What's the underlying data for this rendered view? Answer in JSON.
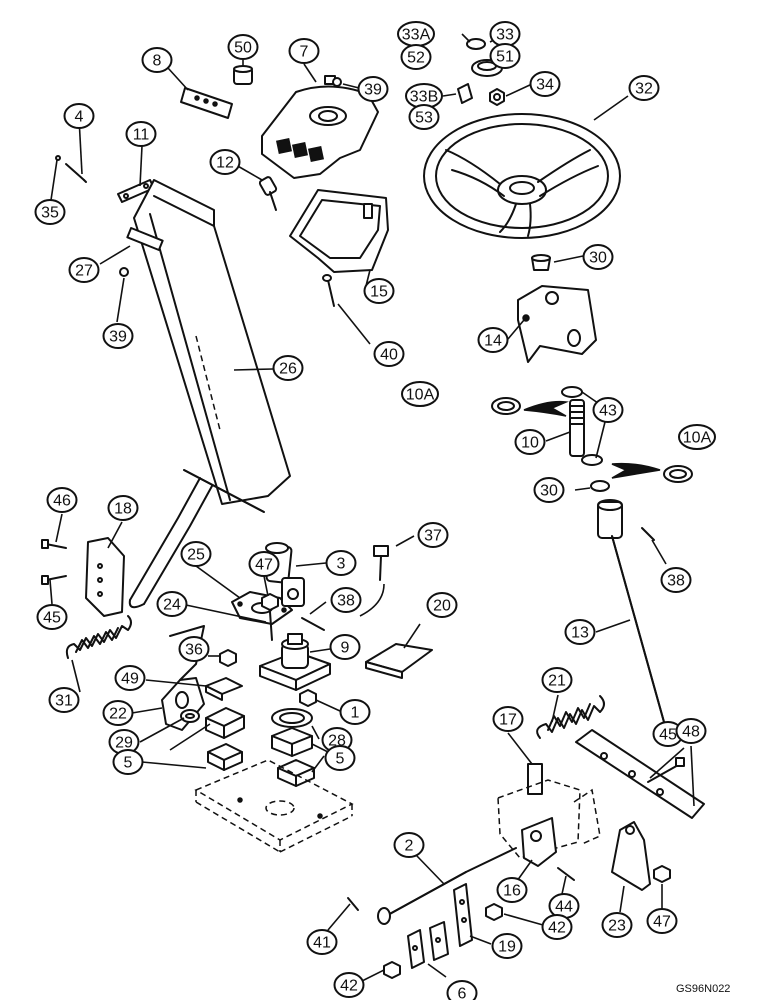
{
  "figure_code": "GS96N022",
  "callouts": [
    {
      "label": "50"
    },
    {
      "label": "7"
    },
    {
      "label": "33A"
    },
    {
      "label": "33"
    },
    {
      "label": "51"
    },
    {
      "label": "52"
    },
    {
      "label": "8"
    },
    {
      "label": "39"
    },
    {
      "label": "33B"
    },
    {
      "label": "34"
    },
    {
      "label": "32"
    },
    {
      "label": "53"
    },
    {
      "label": "4"
    },
    {
      "label": "11"
    },
    {
      "label": "12"
    },
    {
      "label": "35"
    },
    {
      "label": "27"
    },
    {
      "label": "39"
    },
    {
      "label": "30"
    },
    {
      "label": "15"
    },
    {
      "label": "14"
    },
    {
      "label": "40"
    },
    {
      "label": "26"
    },
    {
      "label": "10A"
    },
    {
      "label": "43"
    },
    {
      "label": "10A"
    },
    {
      "label": "10"
    },
    {
      "label": "30"
    },
    {
      "label": "46"
    },
    {
      "label": "18"
    },
    {
      "label": "38"
    },
    {
      "label": "37"
    },
    {
      "label": "25"
    },
    {
      "label": "47"
    },
    {
      "label": "3"
    },
    {
      "label": "45"
    },
    {
      "label": "24"
    },
    {
      "label": "38"
    },
    {
      "label": "20"
    },
    {
      "label": "9"
    },
    {
      "label": "13"
    },
    {
      "label": "36"
    },
    {
      "label": "31"
    },
    {
      "label": "49"
    },
    {
      "label": "21"
    },
    {
      "label": "22"
    },
    {
      "label": "1"
    },
    {
      "label": "28"
    },
    {
      "label": "29"
    },
    {
      "label": "17"
    },
    {
      "label": "45"
    },
    {
      "label": "48"
    },
    {
      "label": "5"
    },
    {
      "label": "5"
    },
    {
      "label": "2"
    },
    {
      "label": "16"
    },
    {
      "label": "44"
    },
    {
      "label": "23"
    },
    {
      "label": "47"
    },
    {
      "label": "41"
    },
    {
      "label": "42"
    },
    {
      "label": "19"
    },
    {
      "label": "42"
    },
    {
      "label": "6"
    }
  ]
}
